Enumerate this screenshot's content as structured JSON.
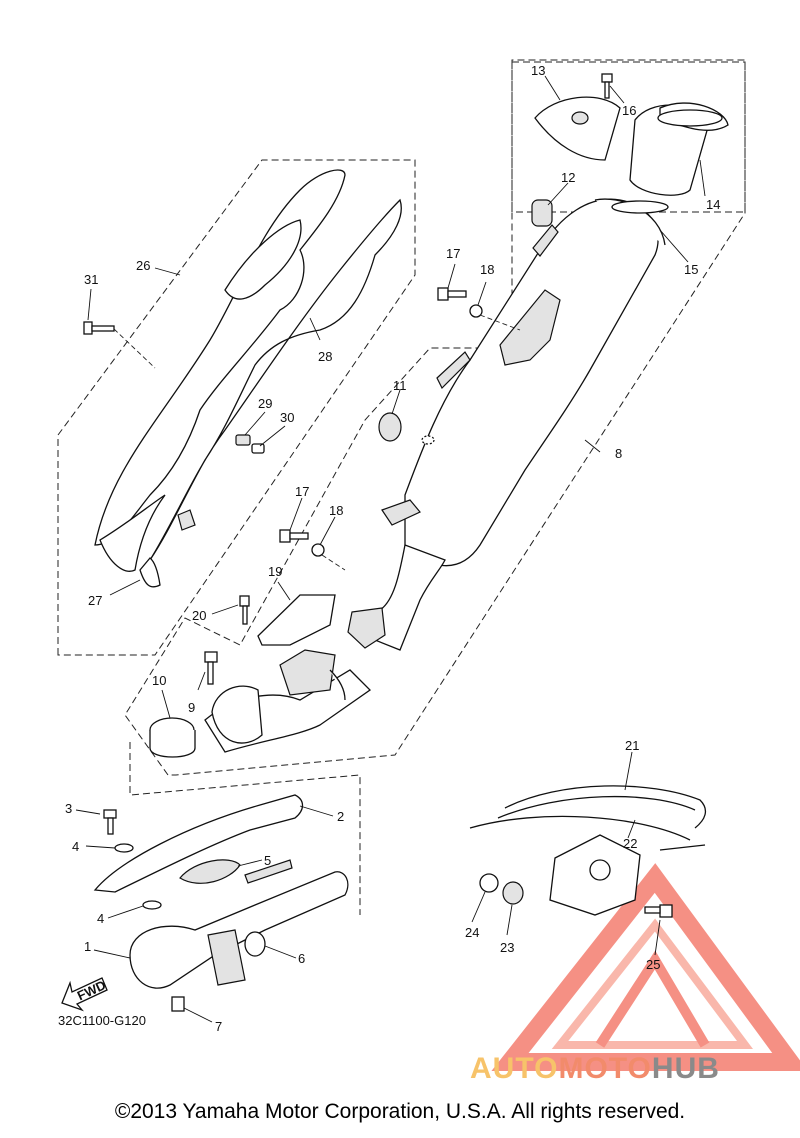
{
  "diagram_code": "32C1100-G120",
  "fwd_label": "FWD",
  "copyright": "©2013 Yamaha Motor Corporation, U.S.A. All rights reserved.",
  "watermark": {
    "part1": "AUTO",
    "part2": "MOTO",
    "part3": "HUB"
  },
  "callouts": [
    "1",
    "2",
    "3",
    "4",
    "4",
    "5",
    "6",
    "7",
    "8",
    "9",
    "10",
    "11",
    "12",
    "13",
    "14",
    "15",
    "16",
    "17",
    "17",
    "18",
    "18",
    "19",
    "20",
    "21",
    "22",
    "23",
    "24",
    "25",
    "26",
    "27",
    "28",
    "29",
    "30",
    "31"
  ],
  "colors": {
    "watermark_red": "#f26b5b",
    "watermark_orange": "#f7c36a",
    "watermark_grey": "#8a8a8a"
  }
}
